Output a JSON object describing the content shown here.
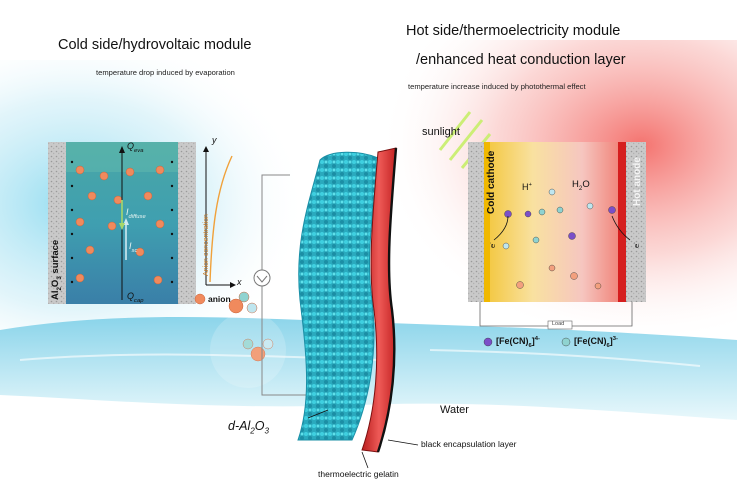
{
  "left_panel": {
    "title": "Cold side/hydrovoltaic module",
    "subtitle": "temperature drop induced by evaporation",
    "q_eva": "Q",
    "q_eva_sub": "eva",
    "q_cap": "Q",
    "q_cap_sub": "cap",
    "i_diffuse": "I",
    "i_diffuse_sub": "diffuse",
    "i_sc": "I",
    "i_sc_sub": "sc",
    "surface_label_a": "Al",
    "surface_label_b": "2",
    "surface_label_c": "O",
    "surface_label_d": "3",
    "surface_label_e": " surface",
    "axis_y": "y",
    "axis_x": "x",
    "axis_ylabel": "Anion concentration",
    "legend_anion": "anion"
  },
  "right_panel": {
    "title_line1": "Hot side/thermoelectricity module",
    "title_line2": "/enhanced heat conduction layer",
    "subtitle": "temperature increase induced by photothermal effect",
    "sunlight": "sunlight",
    "cold_cathode": "Cold cathode",
    "hot_anode": "Hot anode",
    "h_plus": "H",
    "h_plus_sup": "+",
    "h2o_a": "H",
    "h2o_b": "2",
    "h2o_c": "O",
    "electron_left": "e",
    "electron_right": "e",
    "electron_sup": "-",
    "load": "Load",
    "legend_fe4_a": "[Fe(CN)",
    "legend_fe4_b": "6",
    "legend_fe4_c": "]",
    "legend_fe4_d": "4-",
    "legend_fe3_a": "[Fe(CN)",
    "legend_fe3_b": "6",
    "legend_fe3_c": "]",
    "legend_fe3_d": "3-"
  },
  "center": {
    "water": "Water",
    "d_al2o3_a": "d-Al",
    "d_al2o3_b": "2",
    "d_al2o3_c": "O",
    "d_al2o3_d": "3",
    "black_layer": "black encapsulation layer",
    "gelatin": "thermoelectric gelatin"
  },
  "colors": {
    "hot_red": "#e8322b",
    "cold_blue": "#5fc8e6",
    "anion": "#f08a5d",
    "fe4_purple": "#7b4fc8",
    "fe3_teal": "#8fd3d0",
    "particle_cyan": "#2bb5c9"
  }
}
